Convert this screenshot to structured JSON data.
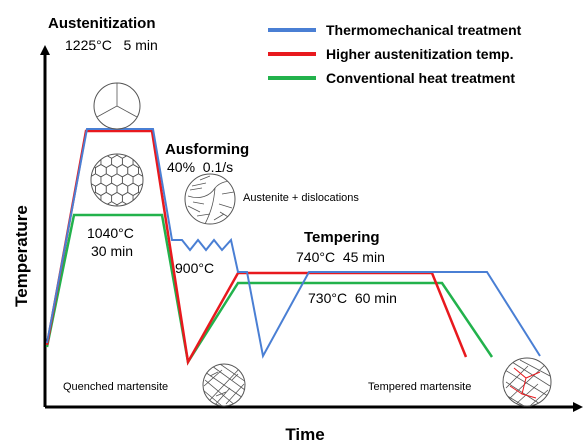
{
  "colors": {
    "thermomechanical": "#4a7fd4",
    "higher_temp": "#e8191e",
    "conventional": "#22b24c",
    "axis": "#000000"
  },
  "legend": {
    "items": [
      {
        "label": "Thermomechanical treatment",
        "color": "#4a7fd4"
      },
      {
        "label": "Higher austenitization temp.",
        "color": "#e8191e"
      },
      {
        "label": "Conventional heat treatment",
        "color": "#22b24c"
      }
    ]
  },
  "axes": {
    "xlabel": "Time",
    "ylabel": "Temperature"
  },
  "labels": {
    "austenitization_title": "Austenitization",
    "austenitization_params": "1225°C   5 min",
    "conventional_temp": "1040°C",
    "conventional_time": "30 min",
    "ausforming_title": "Ausforming",
    "ausforming_params": "40%  0.1/s",
    "austenite_dislocations": "Austenite + dislocations",
    "ausforming_temp": "900°C",
    "tempering_title": "Tempering",
    "tempering_upper": "740°C  45 min",
    "tempering_lower": "730°C  60 min",
    "quenched_martensite": "Quenched martensite",
    "tempered_martensite": "Tempered martensite"
  },
  "icons": [
    "coarse-austenite-grains-icon",
    "fine-austenite-grains-icon",
    "deformed-austenite-icon",
    "quenched-martensite-icon",
    "tempered-martensite-icon"
  ]
}
